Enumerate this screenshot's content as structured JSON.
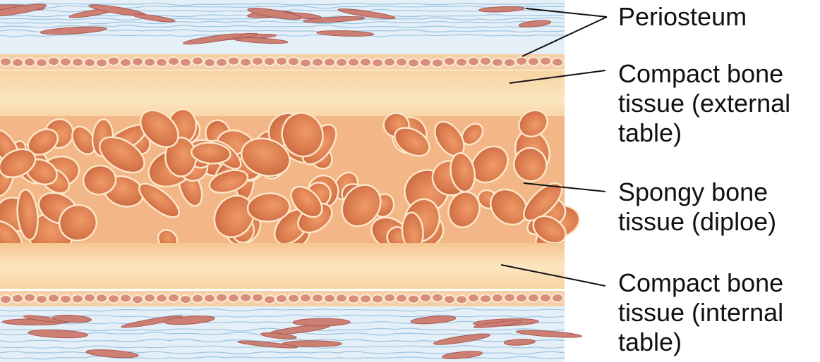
{
  "labels": {
    "periosteum": "Periosteum",
    "compact_external": [
      "Compact bone",
      "tissue (external",
      "table)"
    ],
    "spongy": [
      "Spongy bone",
      "tissue (diploe)"
    ],
    "compact_internal": [
      "Compact bone",
      "tissue (internal",
      "table)"
    ]
  },
  "colors": {
    "periosteum_bg": "#e4eff8",
    "periosteum_fiber": "#7fb2d6",
    "cell": "#c9776d",
    "compact_bone": "#f8d9a8",
    "spongy_bg": "#f0a978",
    "cavity": "#d9774e",
    "trabecula": "#fbe7c8",
    "leader_line": "#111111"
  }
}
